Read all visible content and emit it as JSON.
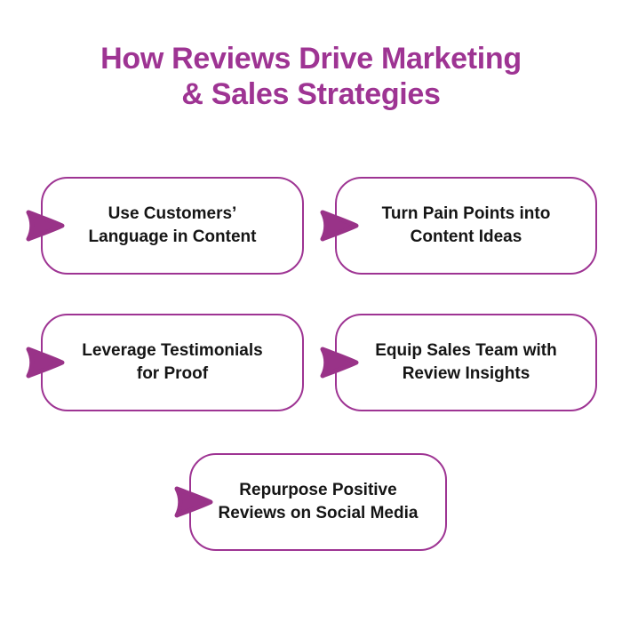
{
  "page": {
    "background": "#ffffff",
    "accent_color": "#9E3493",
    "arrow_color": "#993388",
    "text_color": "#151515"
  },
  "title": {
    "line1": "How Reviews Drive Marketing",
    "line2": "& Sales Strategies"
  },
  "boxes": [
    {
      "id": "use-customers-language",
      "lines": [
        "Use Customers’",
        "Language in Content"
      ]
    },
    {
      "id": "turn-pain-points",
      "lines": [
        "Turn Pain Points into",
        "Content Ideas"
      ]
    },
    {
      "id": "leverage-testimonials",
      "lines": [
        "Leverage Testimonials",
        "for Proof"
      ]
    },
    {
      "id": "equip-sales-team",
      "lines": [
        "Equip Sales Team with",
        "Review Insights"
      ]
    },
    {
      "id": "repurpose-reviews",
      "lines": [
        "Repurpose Positive",
        "Reviews on Social Media"
      ]
    }
  ],
  "icons": {
    "arrow": "arrow-right-icon"
  }
}
